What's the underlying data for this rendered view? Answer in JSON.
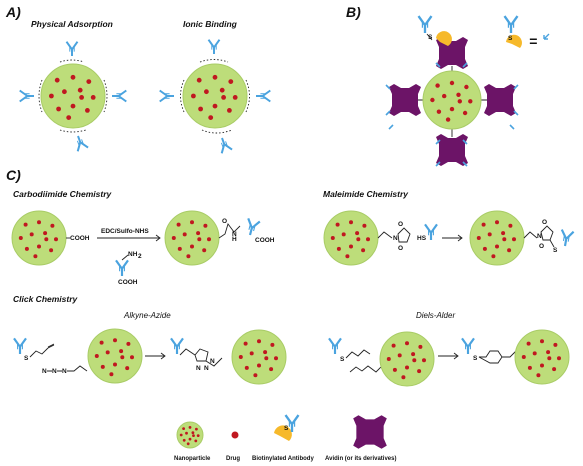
{
  "panels": {
    "a": "A)",
    "b": "B)",
    "c": "C)"
  },
  "panel_a": {
    "left_title": "Physical Adsorption",
    "right_title": "Ionic Binding"
  },
  "panel_c": {
    "carbodiimide": {
      "title": "Carbodiimide Chemistry",
      "cooh": "COOH",
      "reagent": "EDC/Sulfo-NHS",
      "nh2": "NH",
      "nh2_sub": "2",
      "antibody_cooh": "COOH",
      "nh": "N",
      "h": "H",
      "o": "O",
      "product_cooh": "COOH"
    },
    "maleimide": {
      "title": "Maleimide Chemistry",
      "hs": "HS",
      "n": "N",
      "o": "O",
      "s": "S"
    },
    "click": {
      "title": "Click Chemistry",
      "alkyne_azide": "Alkyne-Azide",
      "diels_alder": "Diels-Alder",
      "s": "S",
      "n": "N",
      "n_plus": "N",
      "n_minus": "N"
    }
  },
  "panel_b": {
    "s": "S",
    "equals": "="
  },
  "legend": {
    "nanoparticle": "Nanoparticle",
    "drug": "Drug",
    "biotinylated_antibody": "Biotinylated Antibody",
    "avidin": "Avidin (or its derivatives)",
    "s": "S"
  },
  "colors": {
    "nanoparticle_fill": "#bddd7a",
    "nanoparticle_edge": "#a9cc66",
    "drug": "#c01820",
    "antibody": "#4aa3df",
    "biotin": "#f6b92b",
    "avidin": "#6c1467"
  }
}
